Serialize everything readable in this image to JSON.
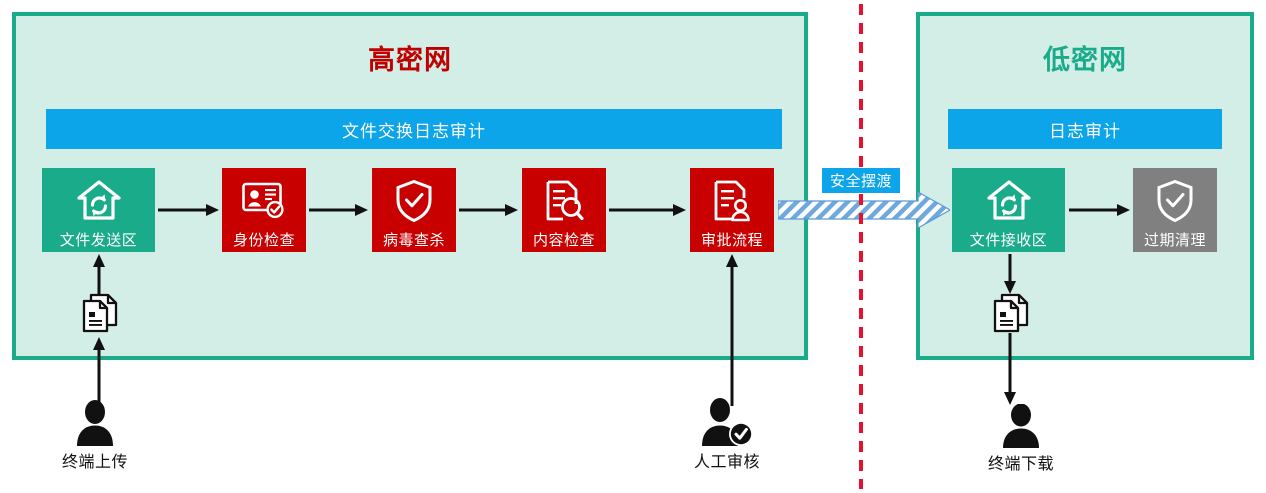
{
  "diagram": {
    "title_semantic": "cross-domain-file-exchange-flow"
  },
  "colors": {
    "zone_fill": "#d2eee6",
    "zone_border": "#1aab8a",
    "audit_blue": "#0ca5e9",
    "node_red": "#c80000",
    "node_teal": "#1aab8a",
    "node_gray": "#808080",
    "boundary_red": "#e8112d",
    "high_title": "#c00000",
    "low_title": "#1aab8a",
    "arrow_black": "#111111"
  },
  "high_zone": {
    "title": "高密网",
    "audit_bar": "文件交换日志审计",
    "nodes": [
      {
        "label": "文件发送区",
        "icon": "house-sync-icon",
        "style": "teal"
      },
      {
        "label": "身份检查",
        "icon": "id-card-check-icon",
        "style": "red"
      },
      {
        "label": "病毒查杀",
        "icon": "shield-check-icon",
        "style": "red"
      },
      {
        "label": "内容检查",
        "icon": "document-search-icon",
        "style": "red"
      },
      {
        "label": "审批流程",
        "icon": "document-person-icon",
        "style": "red"
      }
    ]
  },
  "low_zone": {
    "title": "低密网",
    "audit_bar": "日志审计",
    "nodes": [
      {
        "label": "文件接收区",
        "icon": "house-sync-icon",
        "style": "teal"
      },
      {
        "label": "过期清理",
        "icon": "shield-check-icon",
        "style": "gray"
      }
    ]
  },
  "ferry": {
    "label": "安全摆渡",
    "icon": "striped-block-arrow-icon"
  },
  "boundary": {
    "icon": "red-dashed-divider-icon"
  },
  "actors": [
    {
      "label": "终端上传",
      "icon": "person-icon"
    },
    {
      "label": "人工审核",
      "icon": "person-check-icon"
    },
    {
      "label": "终端下载",
      "icon": "person-icon"
    }
  ],
  "doc_icons": [
    {
      "icon": "document-stack-icon",
      "position": "upload-path"
    },
    {
      "icon": "document-stack-icon",
      "position": "download-path"
    }
  ]
}
